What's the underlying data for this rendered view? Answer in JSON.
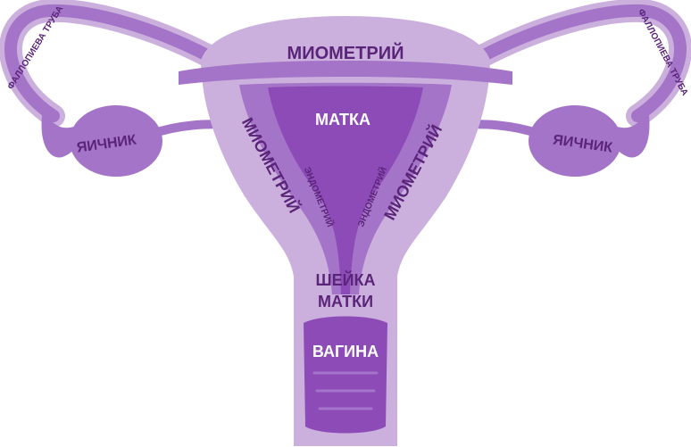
{
  "labels": {
    "myometrium_top": "МИОМЕТРИЙ",
    "myometrium_left": "МИОМЕТРИЙ",
    "myometrium_right": "МИОМЕТРИЙ",
    "uterus": "МАТКА",
    "endometrium_left": "ЭНДОМЕТРИЙ",
    "endometrium_right": "ЭНДОМЕТРИЙ",
    "cervix_line1": "ШЕЙКА",
    "cervix_line2": "МАТКИ",
    "vagina": "ВАГИНА",
    "ovary_left": "ЯИЧНИК",
    "ovary_right": "ЯИЧНИК",
    "tube_left": "ФАЛЛОПИЕВА ТРУБА",
    "tube_right": "ФАЛЛОПИЕВА ТРУБА"
  },
  "colors": {
    "light": "#cbb0dd",
    "mid": "#a474c8",
    "dark": "#8d4bb8",
    "text_dark": "#5a2479",
    "text_light": "#ffffff"
  }
}
